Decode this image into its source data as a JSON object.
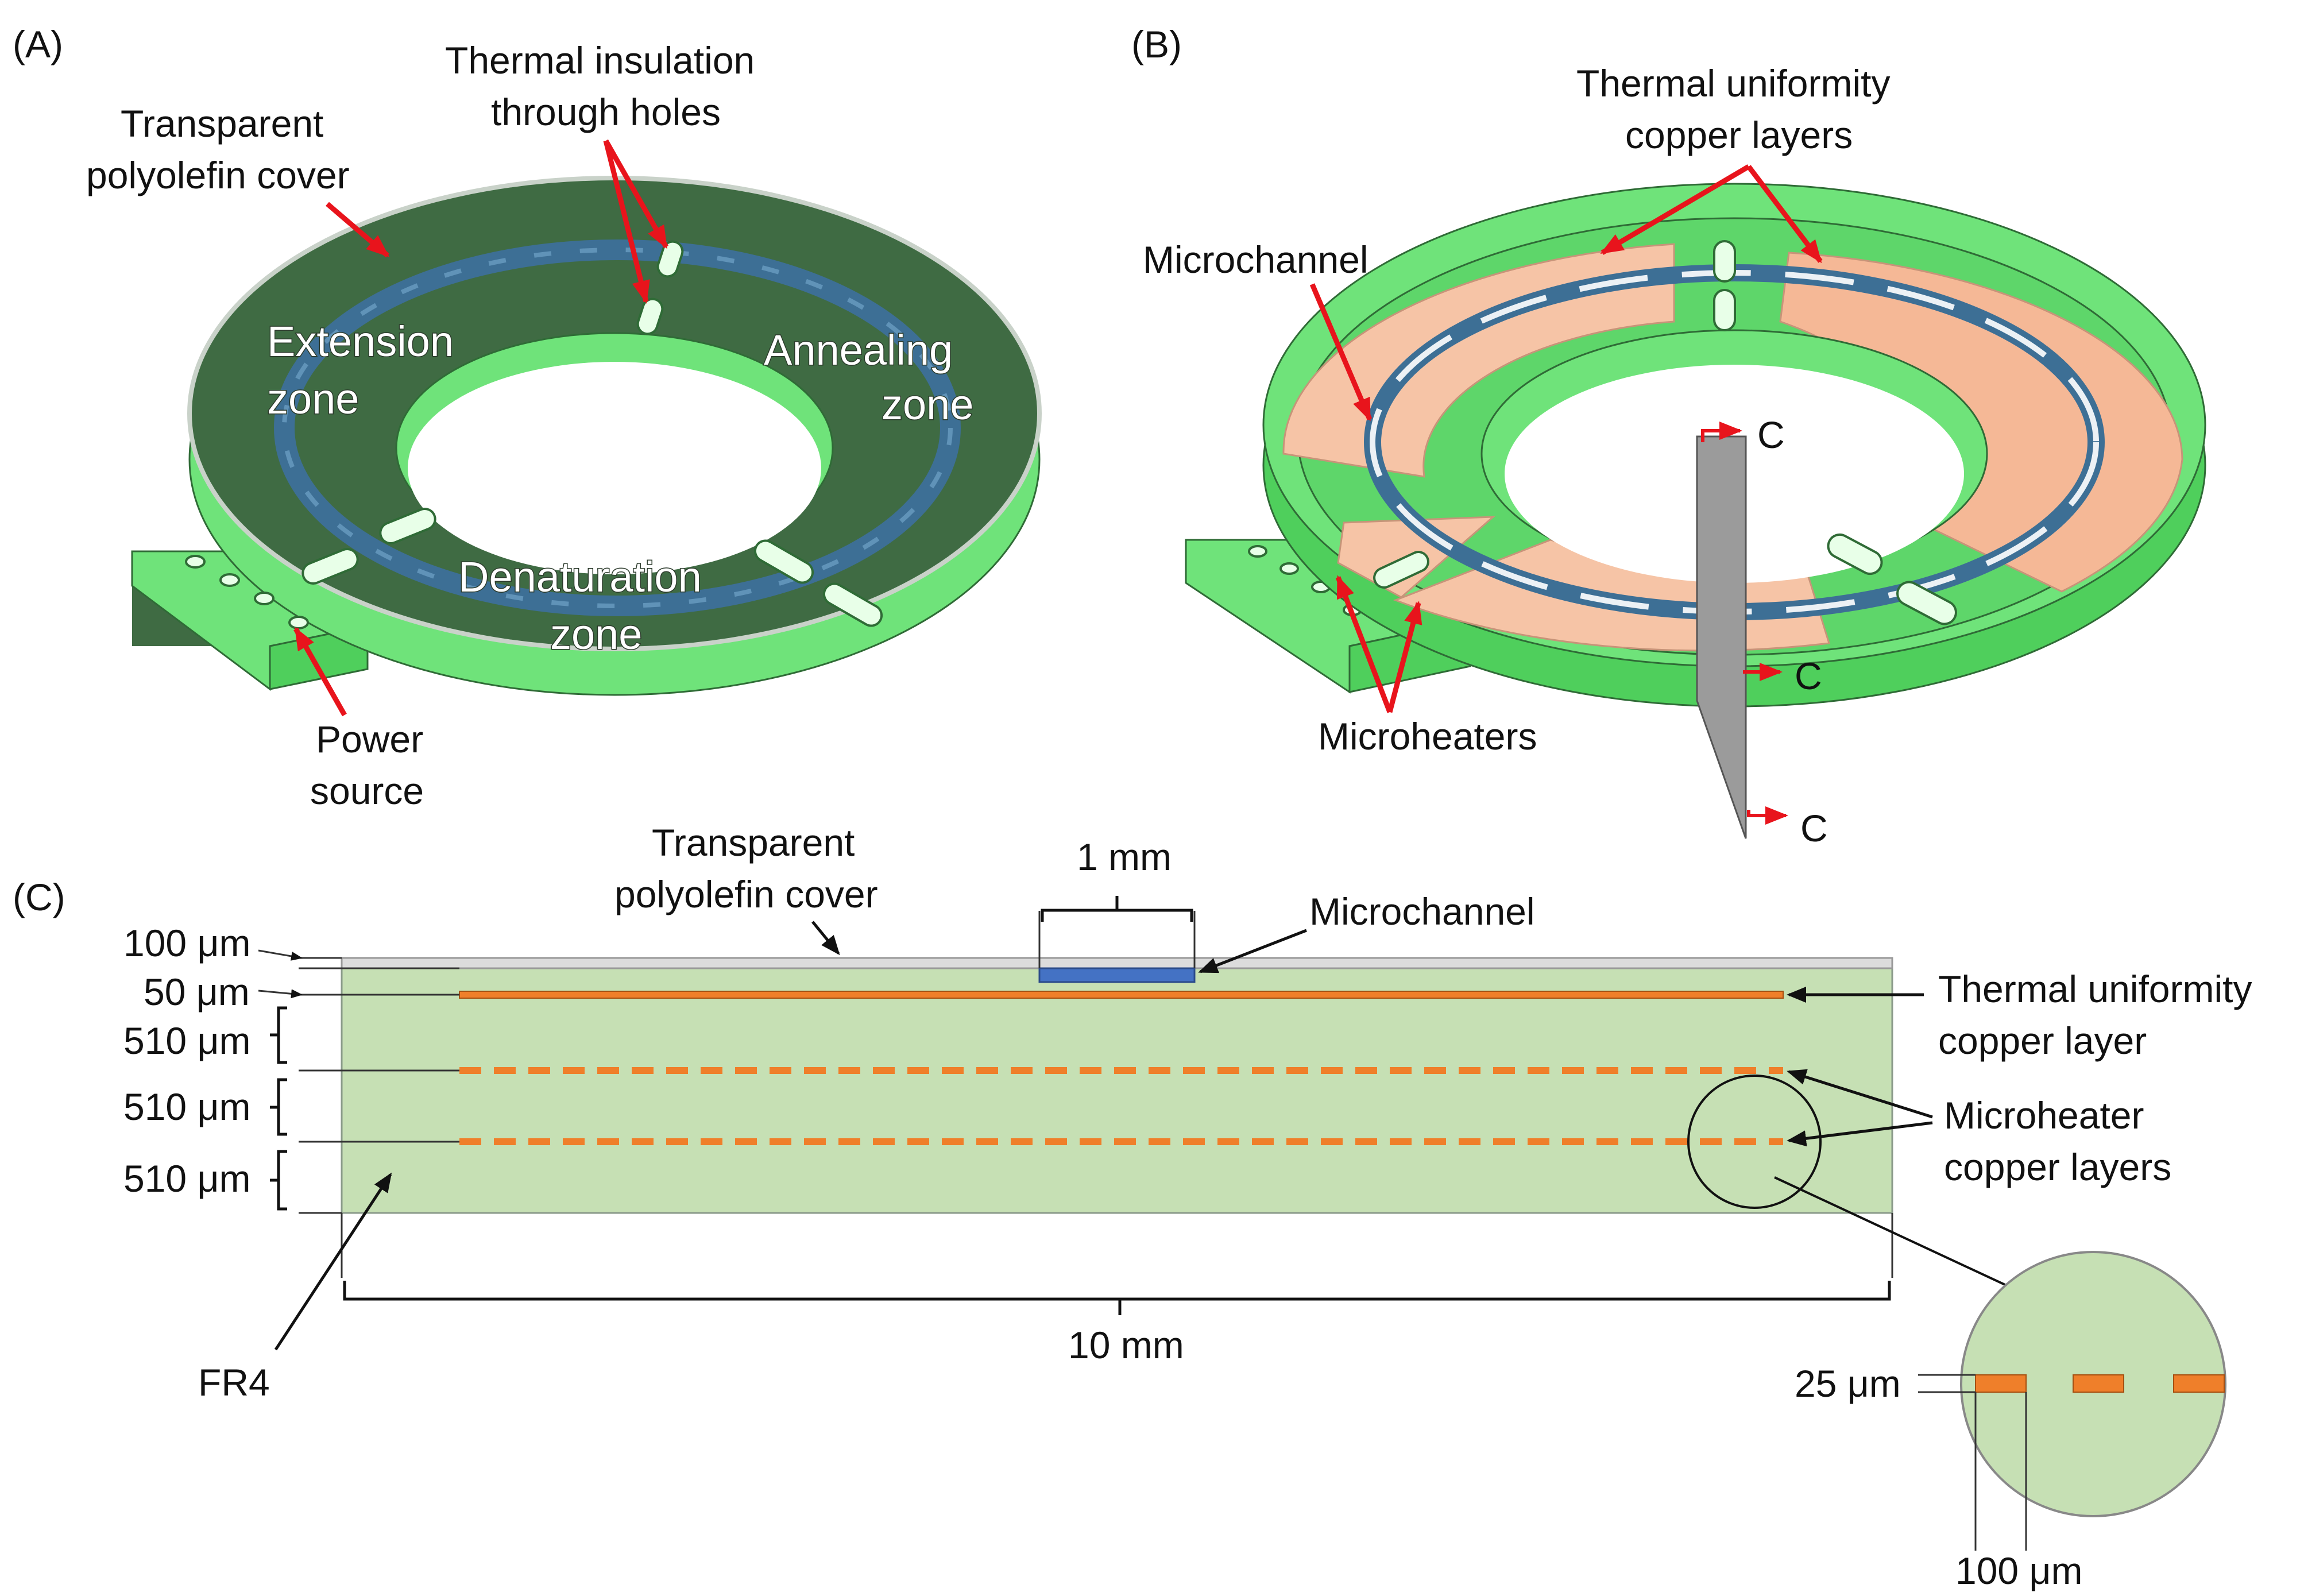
{
  "panels": {
    "a": "(A)",
    "b": "(B)",
    "c": "(C)"
  },
  "panel_a": {
    "cover_line1": "Transparent",
    "cover_line2": "polyolefin cover",
    "holes_line1": "Thermal insulation",
    "holes_line2": "through holes",
    "extension_line1": "Extension",
    "extension_line2": "zone",
    "annealing_line1": "Annealing",
    "annealing_line2": "zone",
    "denaturation_line1": "Denaturation",
    "denaturation_line2": "zone",
    "power_line1": "Power",
    "power_line2": "source"
  },
  "panel_b": {
    "copper_line1": "Thermal uniformity",
    "copper_line2": "copper layers",
    "microchannel": "Microchannel",
    "microheaters": "Microheaters",
    "section_c1": "C",
    "section_c2": "C",
    "section_c3": "C"
  },
  "panel_c": {
    "cover_line1": "Transparent",
    "cover_line2": "polyolefin cover",
    "channel_width": "1 mm",
    "microchannel": "Microchannel",
    "dim_100": "100 μm",
    "dim_50": "50 μm",
    "dim_510_a": "510 μm",
    "dim_510_b": "510 μm",
    "dim_510_c": "510 μm",
    "copper_line1": "Thermal uniformity",
    "copper_line2": "copper layer",
    "heater_line1": "Microheater",
    "heater_line2": "copper layers",
    "width": "10 mm",
    "fr4": "FR4",
    "zoom_25": "25 μm",
    "zoom_100": "100 μm"
  },
  "colors": {
    "board_dark": "#3f6b43",
    "board_light": "#6fe37a",
    "channel": "#3d6f95",
    "copper": "#f6c4a6",
    "fr4_section": "#c6e0b4",
    "copper_section": "#ef7f2a",
    "channel_section": "#4472c4",
    "annotation": "#e8141c"
  }
}
